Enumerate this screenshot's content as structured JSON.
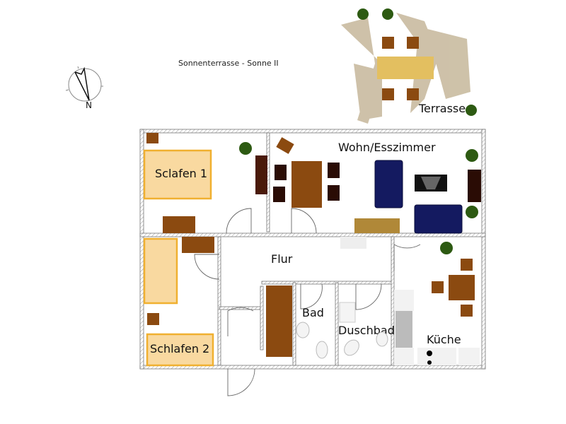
{
  "title": "Sonnenterrasse - Sonne II",
  "compass": {
    "north_label": "N"
  },
  "rooms": {
    "terrace": "Terrasse",
    "living": "Wohn/Esszimmer",
    "bedroom1": "Sclafen 1",
    "bedroom2": "Schlafen 2",
    "hallway": "Flur",
    "bath": "Bad",
    "shower": "Duschbad",
    "kitchen": "Küche"
  },
  "colors": {
    "bed": "#f9d9a0",
    "wood": "#8b4a10",
    "sofa": "#141a60",
    "parasol": "#c9bba0"
  }
}
